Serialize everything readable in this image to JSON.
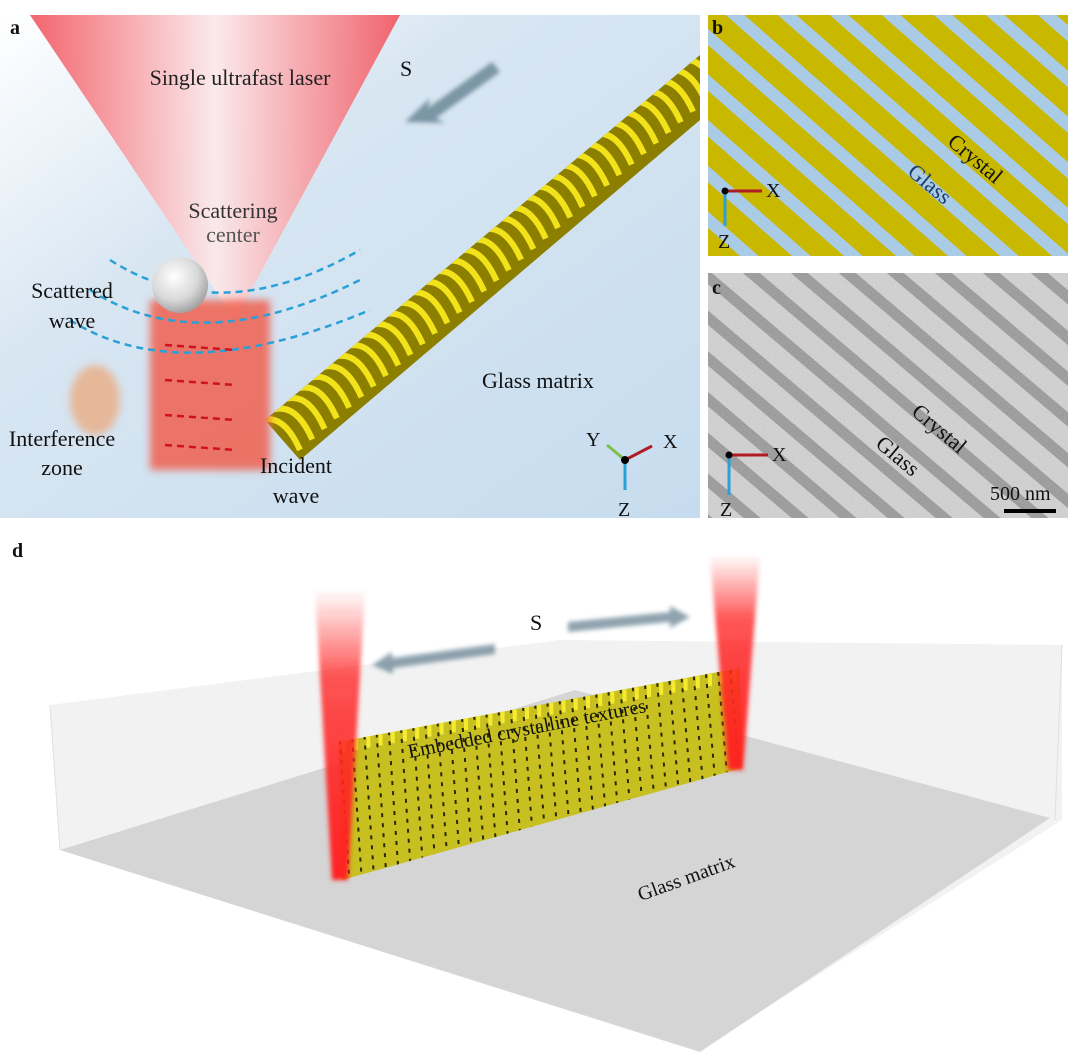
{
  "panels": {
    "a": {
      "label": "a",
      "laser": "Single ultrafast laser",
      "scan_direction": "S",
      "scattering_center": [
        "Scattering",
        "center"
      ],
      "scattered_wave": [
        "Scattered",
        "wave"
      ],
      "interference_zone": [
        "Interference",
        "zone"
      ],
      "incident_wave": [
        "Incident",
        "wave"
      ],
      "matrix": "Glass matrix",
      "axes": {
        "x": "X",
        "y": "Y",
        "z": "Z"
      }
    },
    "b": {
      "label": "b",
      "crystal": "Crystal",
      "glass": "Glass",
      "axes": {
        "x": "X",
        "z": "Z"
      }
    },
    "c": {
      "label": "c",
      "crystal": "Crystal",
      "glass": "Glass",
      "scale_bar": "500 nm",
      "axes": {
        "x": "X",
        "z": "Z"
      }
    },
    "d": {
      "label": "d",
      "scan_direction": "S",
      "texture": "Embedded crystalline textures",
      "matrix": "Glass matrix"
    }
  },
  "colors": {
    "crystal": "#c9b800",
    "glass": "#a9cbe6",
    "laser": "#f0505a",
    "x_axis": "#b01c24",
    "y_axis": "#7cc04a",
    "z_axis": "#2aa0d8"
  }
}
